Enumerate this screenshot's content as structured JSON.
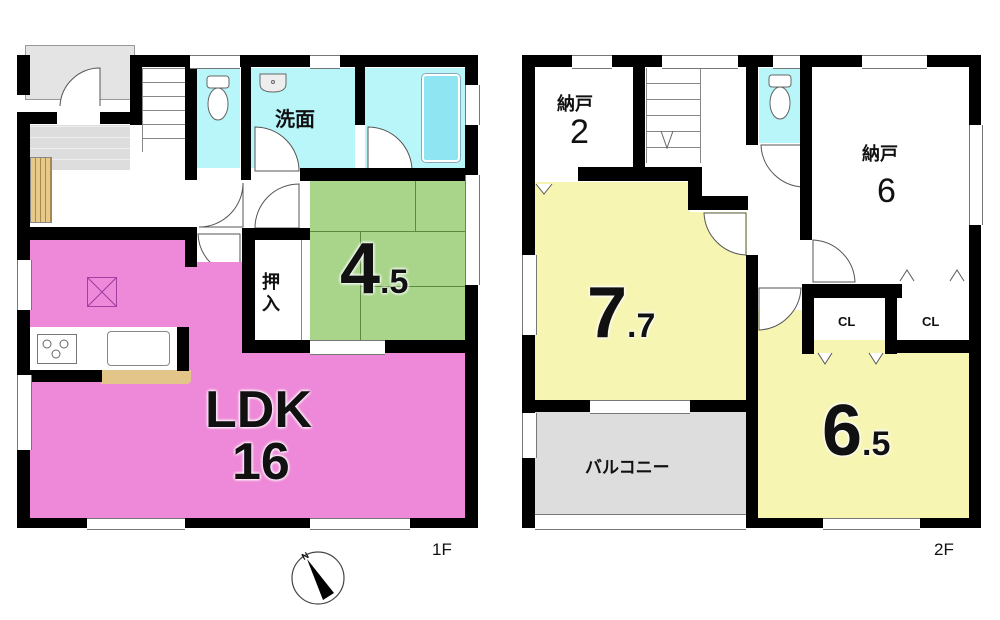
{
  "floor1": {
    "label": "1F",
    "rooms": {
      "ldk": {
        "name": "LDK",
        "size": "16",
        "color": "#ee88d8"
      },
      "washroom": {
        "name": "洗面",
        "color": "#b8f6fa"
      },
      "japanese_room": {
        "size_int": "4",
        "size_dec": ".5",
        "color": "#a9d58a"
      },
      "closet": {
        "name_line1": "押",
        "name_line2": "入"
      },
      "toilet": {
        "color": "#b8f6fa"
      },
      "bath": {
        "color": "#b8f6fa",
        "tub_color": "#8fe6f2"
      },
      "entrance_porch": {
        "color": "#e0e0e0"
      },
      "genkan": {
        "color": "#e0e0e0"
      }
    }
  },
  "floor2": {
    "label": "2F",
    "rooms": {
      "storage2": {
        "name": "納戸",
        "size": "2"
      },
      "storage6": {
        "name": "納戸",
        "size": "6"
      },
      "room77": {
        "size_int": "7",
        "size_dec": ".7",
        "color": "#f7f5b2"
      },
      "room65": {
        "size_int": "6",
        "size_dec": ".5",
        "color": "#f7f5b2"
      },
      "cl1": {
        "name": "CL"
      },
      "cl2": {
        "name": "CL"
      },
      "balcony": {
        "name": "バルコニー",
        "color": "#dddddd"
      },
      "toilet": {
        "color": "#b8f6fa"
      }
    }
  },
  "compass": {
    "north_label": "N"
  }
}
